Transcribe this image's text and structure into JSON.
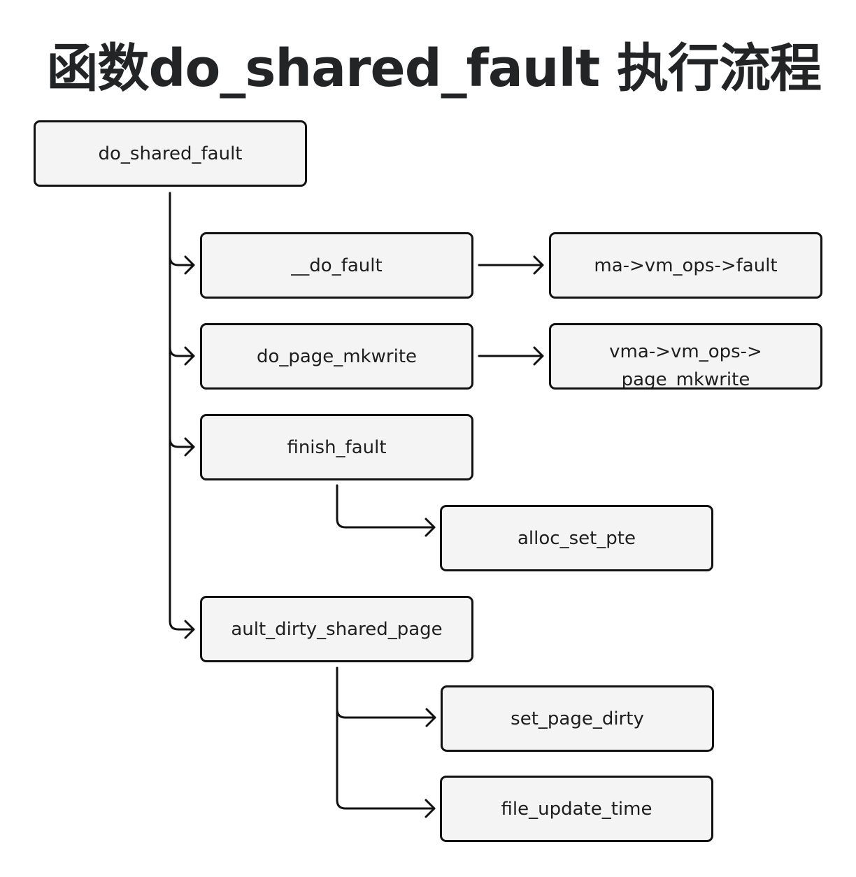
{
  "title": "函数do_shared_fault 执行流程",
  "nodes": {
    "root": "do_shared_fault",
    "do_fault": "__do_fault",
    "vm_ops_fault": "ma->vm_ops->fault",
    "do_page_mkwrite": "do_page_mkwrite",
    "vm_ops_page_mkwrite": "vma->vm_ops->page_mkwrite",
    "finish_fault": "finish_fault",
    "alloc_set_pte": "alloc_set_pte",
    "fault_dirty_shared_page": "ault_dirty_shared_page",
    "set_page_dirty": "set_page_dirty",
    "file_update_time": "file_update_time"
  }
}
